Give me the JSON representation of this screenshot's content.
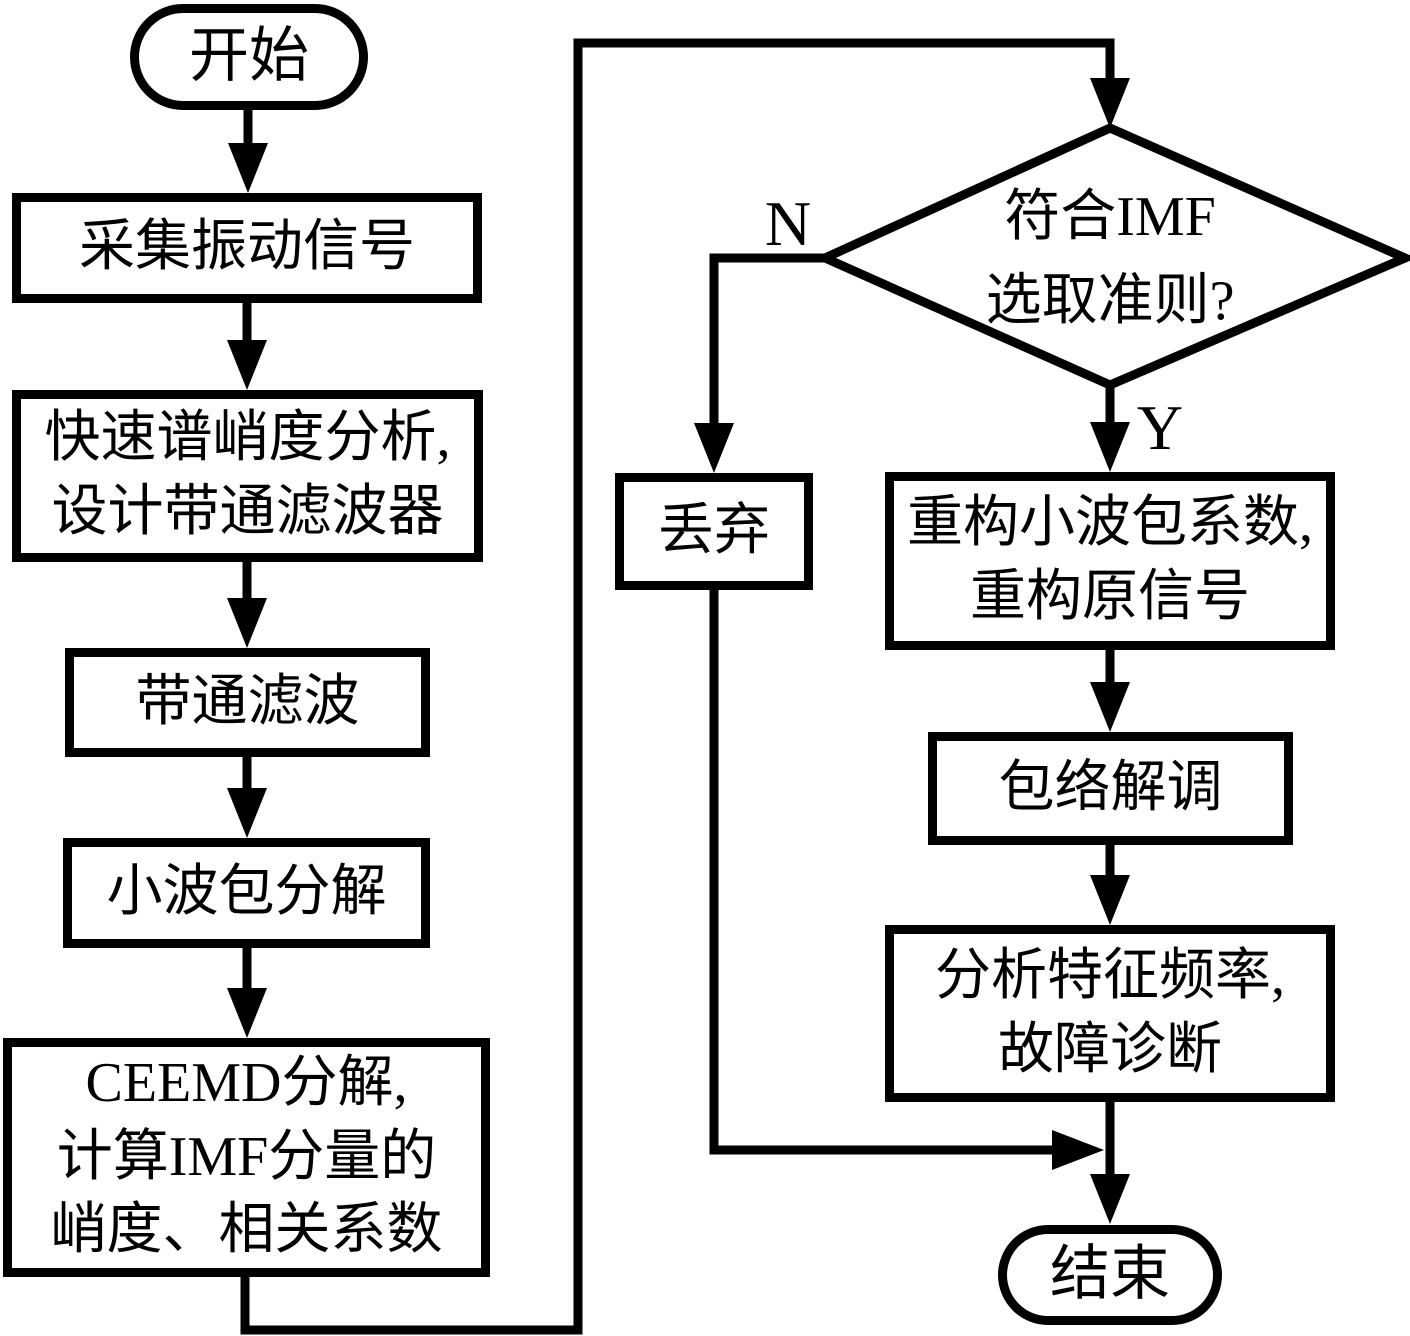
{
  "flowchart": {
    "colors": {
      "line": "#000000",
      "fill": "#ffffff",
      "text": "#000000"
    },
    "nodes": {
      "start": {
        "type": "terminator",
        "label": "开始"
      },
      "collect": {
        "type": "process",
        "label": "采集振动信号"
      },
      "kurtosis": {
        "type": "process",
        "label": "快速谱峭度分析,\n设计带通滤波器"
      },
      "bandpass": {
        "type": "process",
        "label": "带通滤波"
      },
      "wavelet": {
        "type": "process",
        "label": "小波包分解"
      },
      "ceemd": {
        "type": "process",
        "label": "CEEMD分解,\n计算IMF分量的\n峭度、相关系数"
      },
      "decision": {
        "type": "decision",
        "label": "符合IMF\n选取准则?"
      },
      "discard": {
        "type": "process",
        "label": "丢弃"
      },
      "reconstruct": {
        "type": "process",
        "label": "重构小波包系数,\n重构原信号"
      },
      "envelope": {
        "type": "process",
        "label": "包络解调"
      },
      "analyze": {
        "type": "process",
        "label": "分析特征频率,\n故障诊断"
      },
      "end": {
        "type": "terminator",
        "label": "结束"
      }
    },
    "branch_labels": {
      "no": "N",
      "yes": "Y"
    }
  }
}
